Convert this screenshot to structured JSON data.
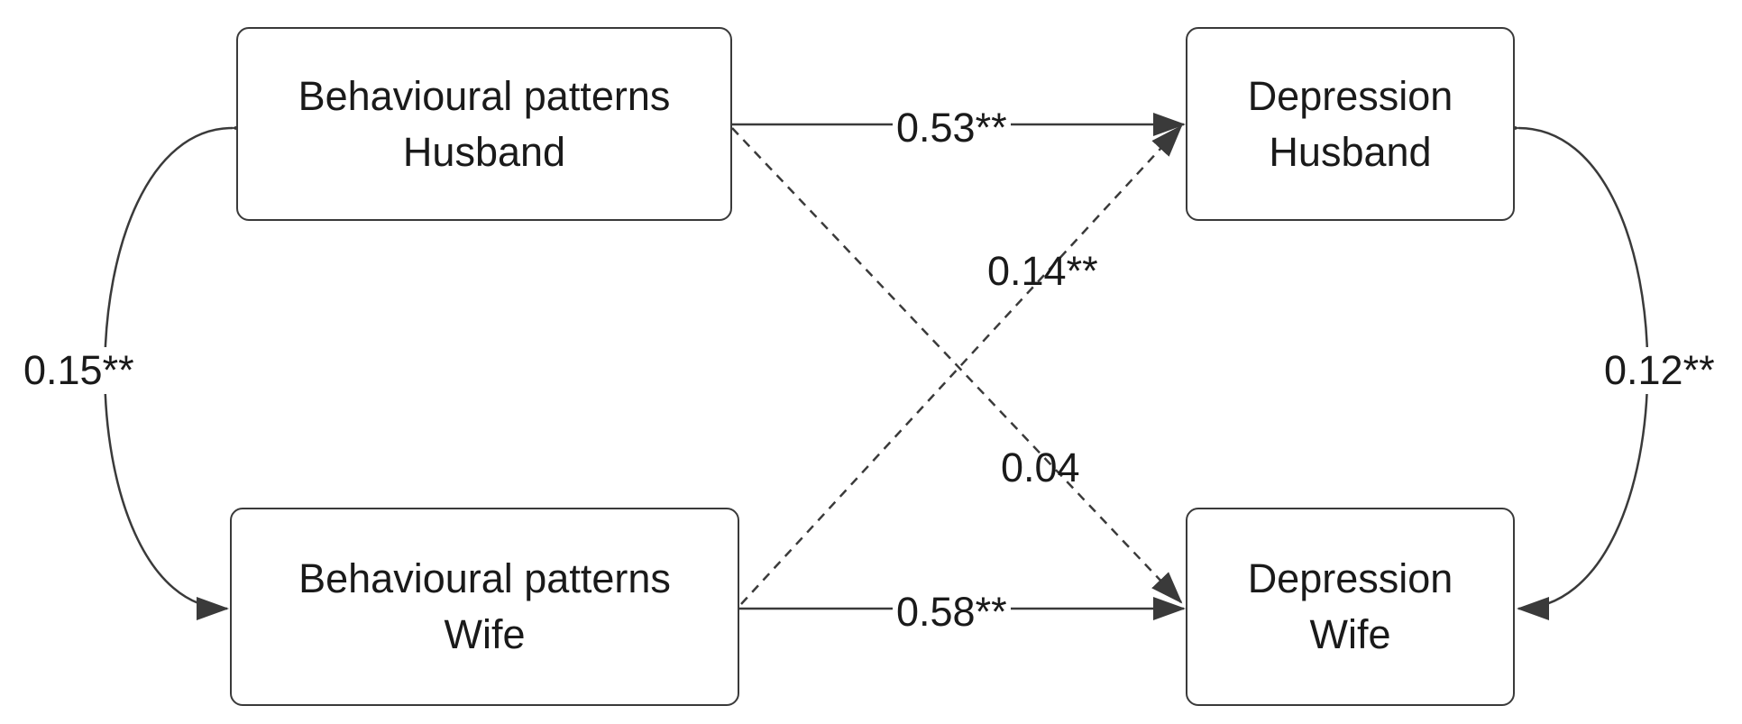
{
  "nodes": {
    "behaviour_husband": {
      "line1": "Behavioural patterns",
      "line2": "Husband"
    },
    "behaviour_wife": {
      "line1": "Behavioural patterns",
      "line2": "Wife"
    },
    "depression_husband": {
      "line1": "Depression",
      "line2": "Husband"
    },
    "depression_wife": {
      "line1": "Depression",
      "line2": "Wife"
    }
  },
  "paths": {
    "bh_to_dh": "0.53**",
    "bw_to_dh": "0.14**",
    "bh_to_dw": "0.04",
    "bw_to_dw": "0.58**"
  },
  "covariances": {
    "behaviour": "0.15**",
    "depression": "0.12**"
  },
  "colors": {
    "line": "#3a3a3a",
    "text": "#1a1a1a"
  }
}
